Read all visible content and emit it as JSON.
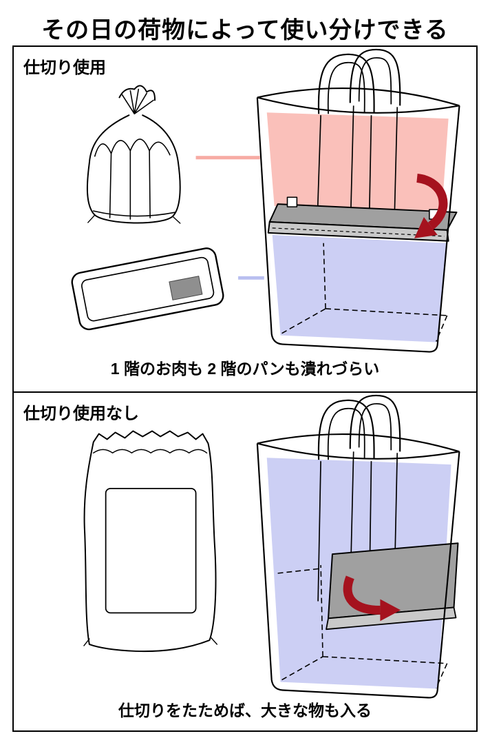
{
  "title": "その日の荷物によって使い分けできる",
  "panels": [
    {
      "label": "仕切り使用",
      "caption": "1 階のお肉も 2 階のパンも潰れづらい",
      "illustrations": [
        "bread-bag",
        "meat-tray",
        "tote-bag-with-divider",
        "rotate-arrow"
      ]
    },
    {
      "label": "仕切り使用なし",
      "caption": "仕切りをたためば、大きな物も入る",
      "illustrations": [
        "large-bag",
        "tote-bag-divider-folded",
        "fold-arrow"
      ]
    }
  ],
  "colors": {
    "upper_compartment_pink": "#f9b2ab",
    "lower_compartment_blue": "#c3c7f2",
    "pink_line": "#f7aba4",
    "blue_line": "#b9bff0",
    "arrow_red": "#a5121e",
    "divider_gray": "#a0a0a0",
    "divider_light": "#c9c9c9",
    "outline": "#000000"
  }
}
